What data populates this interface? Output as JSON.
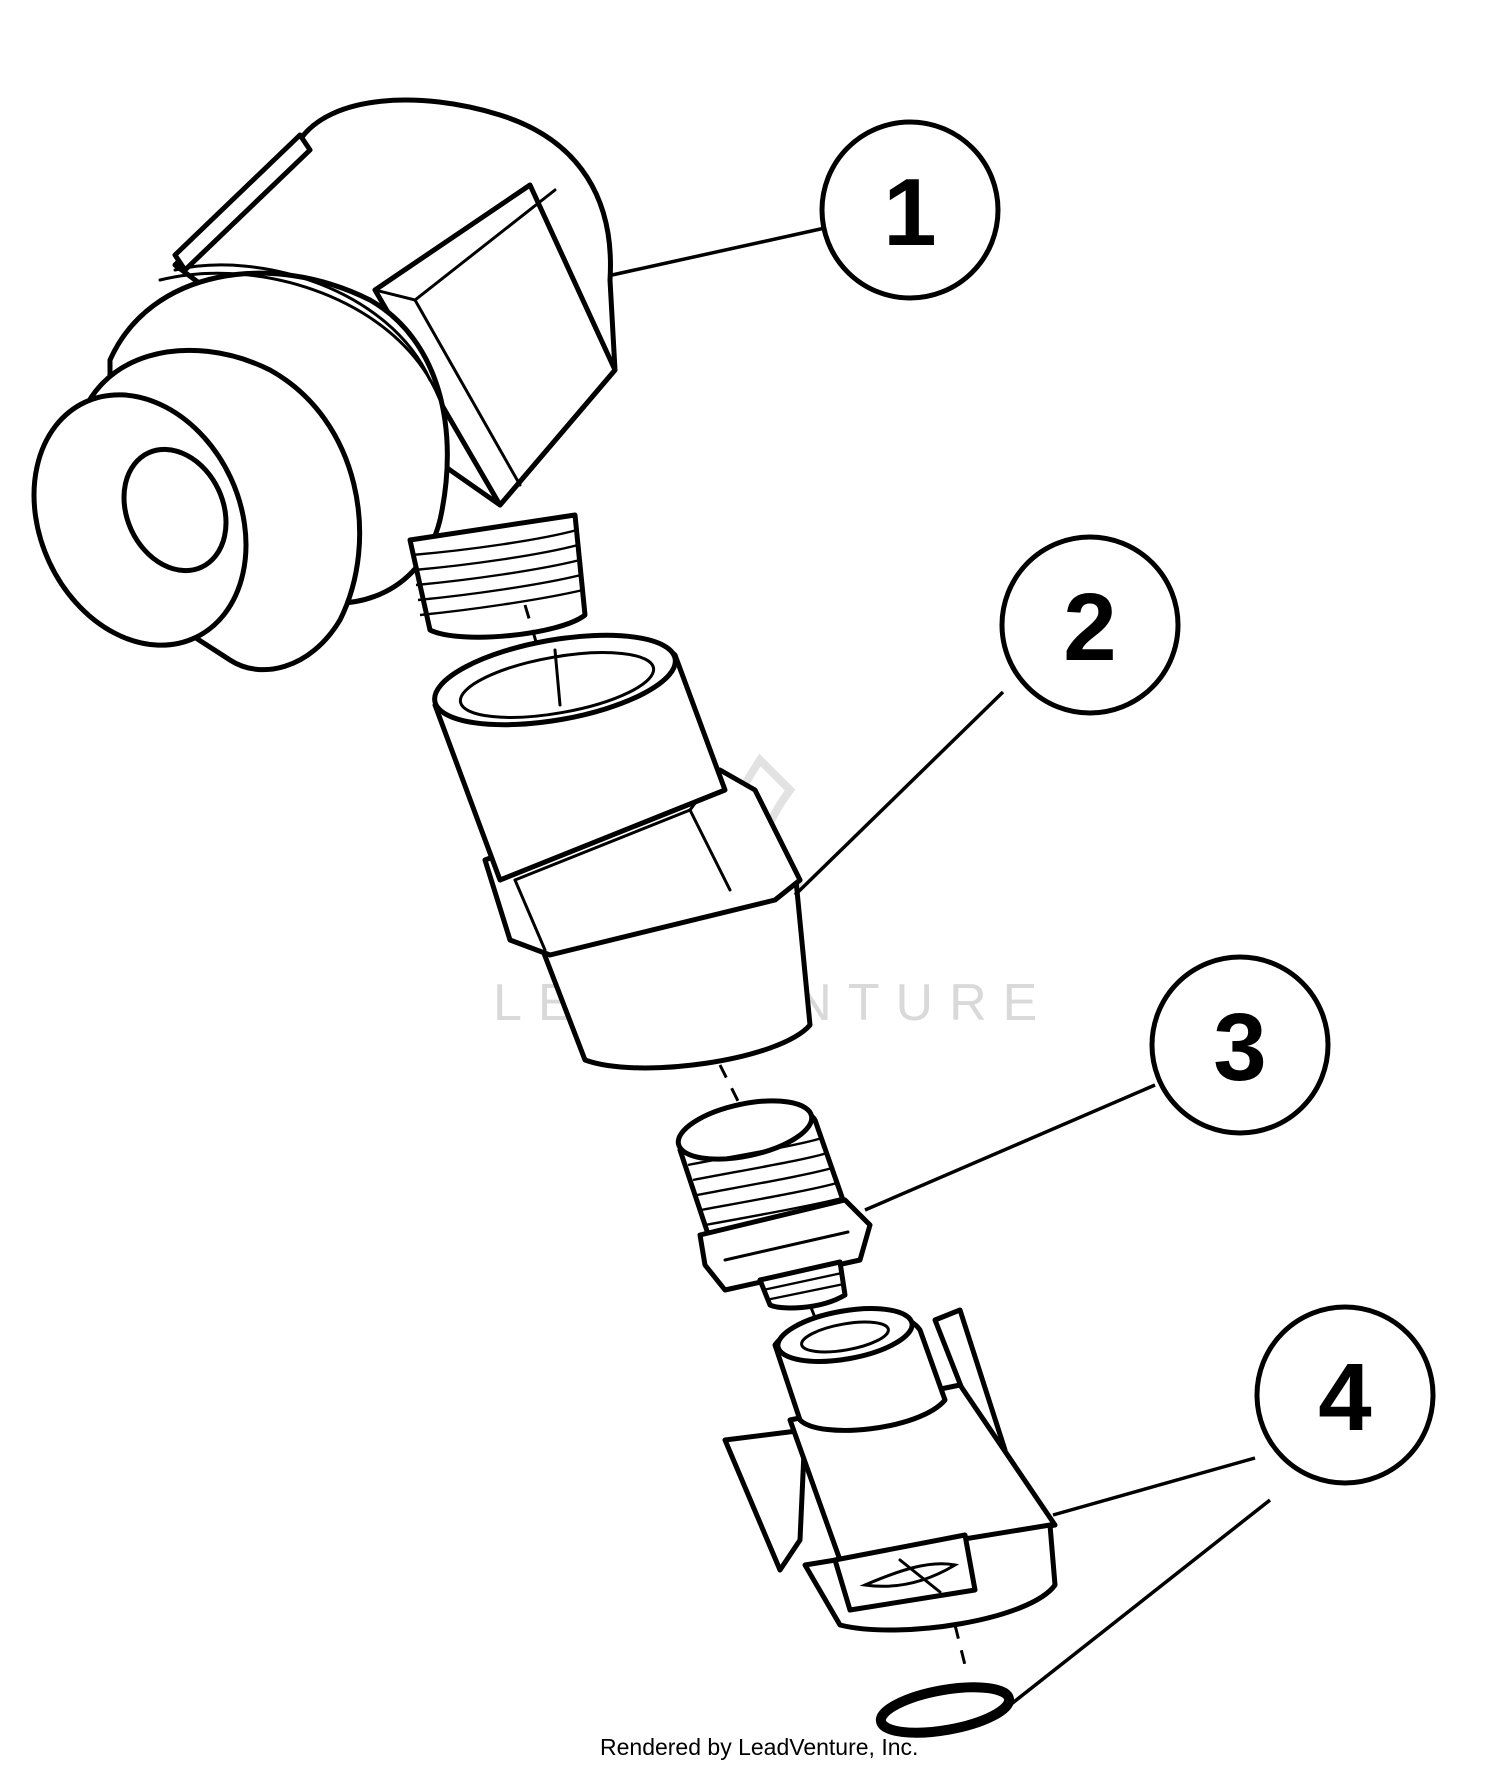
{
  "callouts": [
    {
      "number": "1",
      "part": "elbow-swivel-fitting"
    },
    {
      "number": "2",
      "part": "hex-coupling-adapter"
    },
    {
      "number": "3",
      "part": "threaded-nipple"
    },
    {
      "number": "4",
      "part": "nozzle-cap-with-o-ring"
    }
  ],
  "watermark": {
    "text": "LEADVENTURE"
  },
  "credit": {
    "text": "Rendered by LeadVenture, Inc."
  }
}
